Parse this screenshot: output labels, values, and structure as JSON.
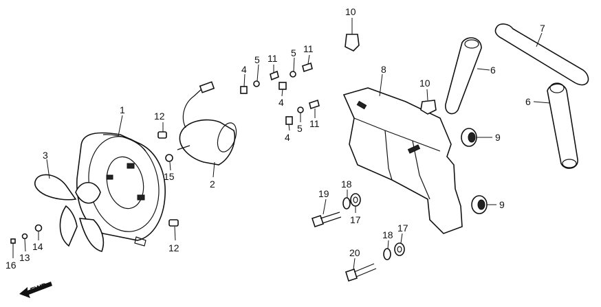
{
  "callouts": {
    "n1": "1",
    "n2": "2",
    "n3": "3",
    "n4a": "4",
    "n4b": "4",
    "n4c": "4",
    "n5a": "5",
    "n5b": "5",
    "n5c": "5",
    "n6a": "6",
    "n6b": "6",
    "n7": "7",
    "n8": "8",
    "n9a": "9",
    "n9b": "9",
    "n10a": "10",
    "n10b": "10",
    "n11a": "11",
    "n11b": "11",
    "n11c": "11",
    "n12a": "12",
    "n12b": "12",
    "n13": "13",
    "n14": "14",
    "n15": "15",
    "n16": "16",
    "n17a": "17",
    "n17b": "17",
    "n18a": "18",
    "n18b": "18",
    "n19": "19",
    "n20": "20"
  },
  "fwd_label": "FWD"
}
